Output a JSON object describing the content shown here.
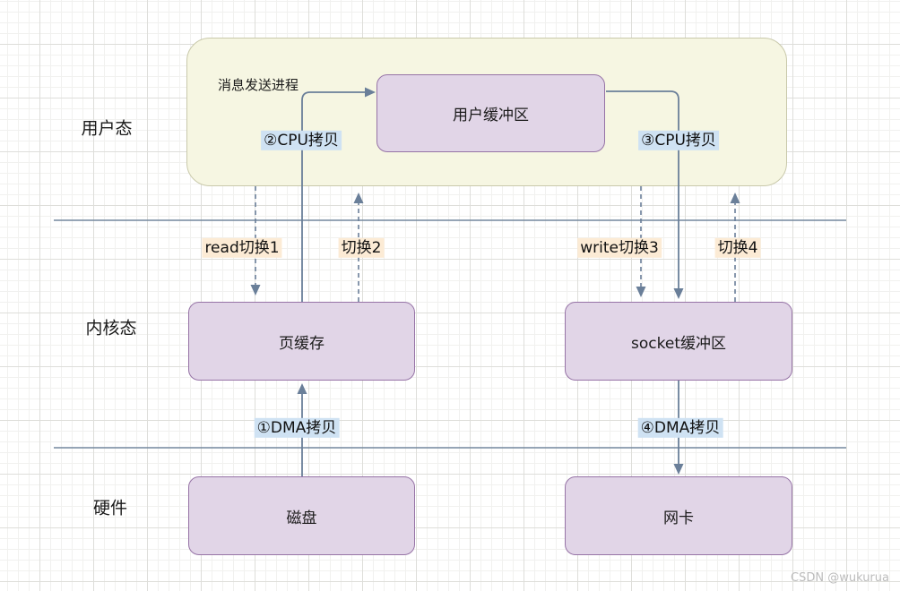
{
  "diagram": {
    "rows": {
      "user": {
        "label": "用户态"
      },
      "kernel": {
        "label": "内核态"
      },
      "hardware": {
        "label": "硬件"
      }
    },
    "user_region": {
      "process_label": "消息发送进程"
    },
    "nodes": {
      "user_buffer": {
        "label": "用户缓冲区"
      },
      "page_cache": {
        "label": "页缓存"
      },
      "socket_buffer": {
        "label": "socket缓冲区"
      },
      "disk": {
        "label": "磁盘"
      },
      "nic": {
        "label": "网卡"
      }
    },
    "annotations": {
      "cpu_copy_2": {
        "label": "②CPU拷贝",
        "highlight": "#CFE2F3"
      },
      "cpu_copy_3": {
        "label": "③CPU拷贝",
        "highlight": "#CFE2F3"
      },
      "switch_1": {
        "label": "read切换1",
        "highlight": "#FCEBD5"
      },
      "switch_2": {
        "label": "切换2",
        "highlight": "#FCEBD5"
      },
      "switch_3": {
        "label": "write切换3",
        "highlight": "#FCEBD5"
      },
      "switch_4": {
        "label": "切换4",
        "highlight": "#FCEBD5"
      },
      "dma_copy_1": {
        "label": "①DMA拷贝",
        "highlight": "#CFE2F3"
      },
      "dma_copy_4": {
        "label": "④DMA拷贝",
        "highlight": "#CFE2F3"
      }
    },
    "watermark": "CSDN @wukurua",
    "colors": {
      "user_region_fill": "#F6F6E2",
      "user_region_border": "#C9C9AB",
      "node_fill": "#E1D5E7",
      "node_border": "#9673A6",
      "wire": "#6A7F99",
      "grid_major": "#DEDEDA",
      "grid_minor": "#F1F1EF"
    }
  }
}
